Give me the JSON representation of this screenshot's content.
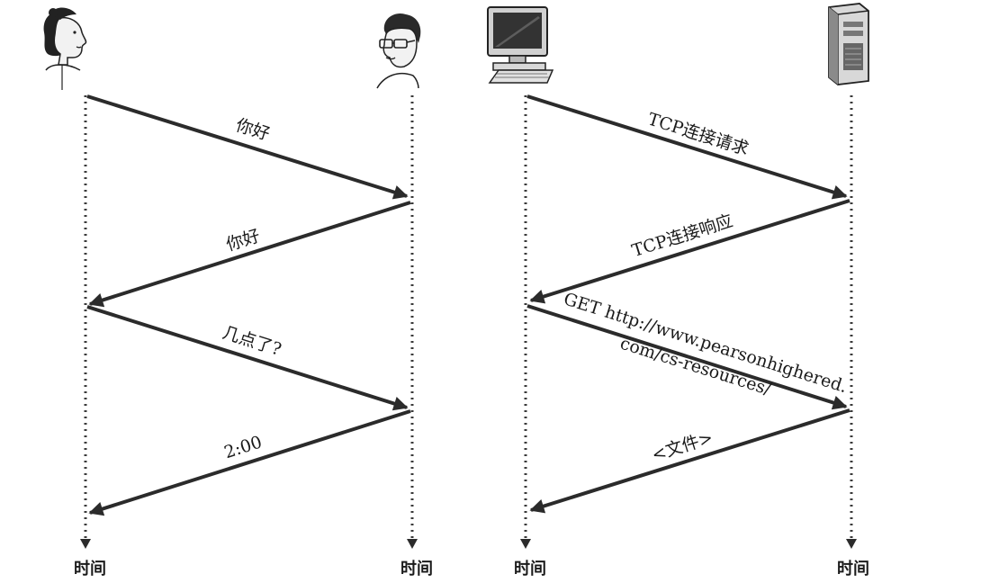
{
  "left_diagram": {
    "participants": [
      {
        "icon": "woman-icon",
        "time_label": "时间"
      },
      {
        "icon": "man-icon",
        "time_label": "时间"
      }
    ],
    "messages": [
      {
        "label": "你好",
        "direction": "left-to-right"
      },
      {
        "label": "你好",
        "direction": "right-to-left"
      },
      {
        "label": "几点了?",
        "direction": "left-to-right"
      },
      {
        "label": "2:00",
        "direction": "right-to-left"
      }
    ]
  },
  "right_diagram": {
    "participants": [
      {
        "icon": "desktop-computer-icon",
        "time_label": "时间"
      },
      {
        "icon": "server-tower-icon",
        "time_label": "时间"
      }
    ],
    "messages": [
      {
        "label": "TCP连接请求",
        "direction": "left-to-right"
      },
      {
        "label": "TCP连接响应",
        "direction": "right-to-left"
      },
      {
        "label_line1": "GET http://www.pearsonhighered.",
        "label_line2": "com/cs-resources/",
        "direction": "left-to-right"
      },
      {
        "label": "<文件>",
        "direction": "right-to-left"
      }
    ]
  }
}
